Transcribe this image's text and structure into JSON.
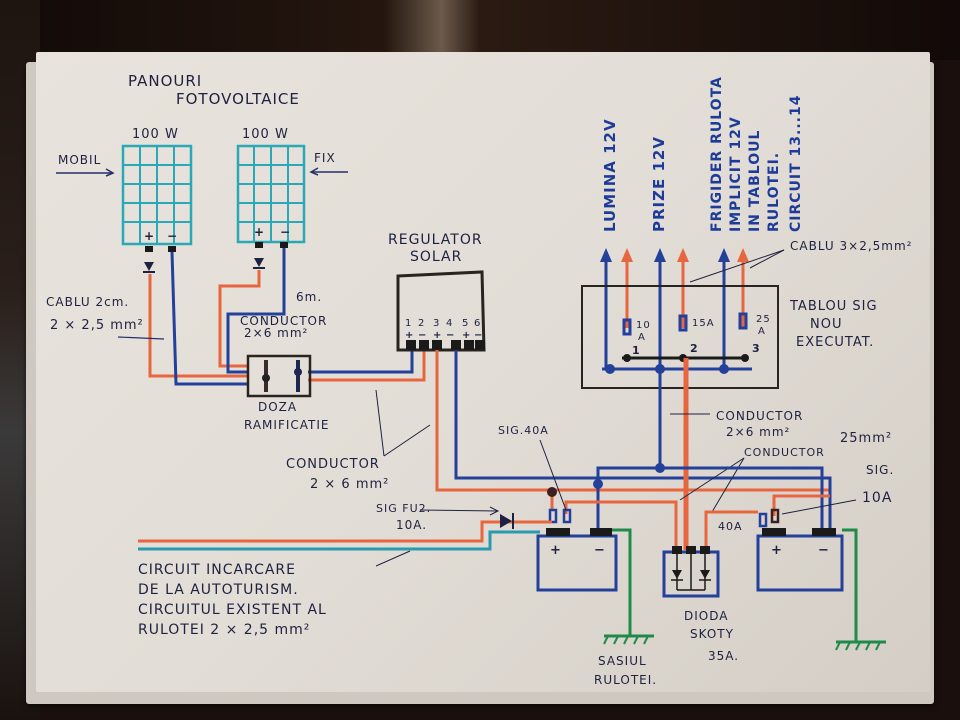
{
  "colors": {
    "positive_wire": "#e8663f",
    "negative_wire": "#23409a",
    "panel_grid": "#2aa8b8",
    "ground_wire": "#1f8a4a",
    "ink": "#1e2140",
    "label_blue": "#1e3b99"
  },
  "panels": {
    "title_line1": "PANOURI",
    "title_line2": "FOTOVOLTAICE",
    "mobile": {
      "power": "100 W",
      "label": "MOBIL",
      "plus": "+",
      "minus": "−"
    },
    "fixed": {
      "power": "100 W",
      "label": "FIX",
      "plus": "+",
      "minus": "−"
    }
  },
  "cables": {
    "panel_cable_line1": "CABLU 2cm.",
    "panel_cable_line2": "2 × 2,5 mm²",
    "fixed_length": "6m.",
    "conductor_top_line1": "CONDUCTOR",
    "conductor_top_line2": "2×6 mm²",
    "conductor_mid_line1": "CONDUCTOR",
    "conductor_mid_line2": "2 × 6 mm²",
    "conductor_right_line1": "CONDUCTOR",
    "conductor_right_line2": "2×6 mm²",
    "conductor_25_label": "CONDUCTOR",
    "conductor_25_value": "25mm²",
    "board_cable": "CABLU 3×2,5mm²"
  },
  "junction_box": {
    "line1": "DOZA",
    "line2": "RAMIFICATIE"
  },
  "regulator": {
    "line1": "REGULATOR",
    "line2": "SOLAR",
    "terminals": [
      {
        "num": "1",
        "sign": "+"
      },
      {
        "num": "2",
        "sign": "−"
      },
      {
        "num": "3",
        "sign": "+"
      },
      {
        "num": "4",
        "sign": "−"
      },
      {
        "num": "5",
        "sign": "+"
      },
      {
        "num": "6",
        "sign": "−"
      }
    ]
  },
  "loads": [
    {
      "text": "LUMINA 12V"
    },
    {
      "text": "PRIZE 12V"
    },
    {
      "text": "FRIGIDER RULOTA"
    },
    {
      "text": "IMPLICIT 12V"
    },
    {
      "text": "IN TABLOUL"
    },
    {
      "text": "RULOTEI."
    },
    {
      "text": "CIRCUIT 13...14"
    }
  ],
  "fuse_board": {
    "title_line1": "TABLOU SIG",
    "title_line2": "NOU",
    "title_line3": "EXECUTAT.",
    "fuses": [
      {
        "rating_line1": "10",
        "rating_line2": "A",
        "index": "1"
      },
      {
        "rating_line1": "15A",
        "rating_line2": "",
        "index": "2"
      },
      {
        "rating_line1": "25",
        "rating_line2": "A",
        "index": "3"
      }
    ]
  },
  "batteries": {
    "left": {
      "plus": "+",
      "minus": "−"
    },
    "right": {
      "plus": "+",
      "minus": "−"
    },
    "fuse_left_label": "SIG.40A",
    "fuse_right_label": "40A",
    "fuse_right_ext_line1": "SIG.",
    "fuse_right_ext_line2": "10A",
    "car_fuse_line1": "SIG FU2.",
    "car_fuse_line2": "10A."
  },
  "diode": {
    "line1": "DIODA",
    "line2": "SKOTY",
    "line3": "35A."
  },
  "car_circuit": {
    "line1": "CIRCUIT INCARCARE",
    "line2": "DE LA AUTOTURISM.",
    "line3": "CIRCUITUL EXISTENT AL",
    "line4": "RULOTEI   2 × 2,5 mm²"
  },
  "ground": {
    "line1": "SASIUL",
    "line2": "RULOTEI."
  }
}
